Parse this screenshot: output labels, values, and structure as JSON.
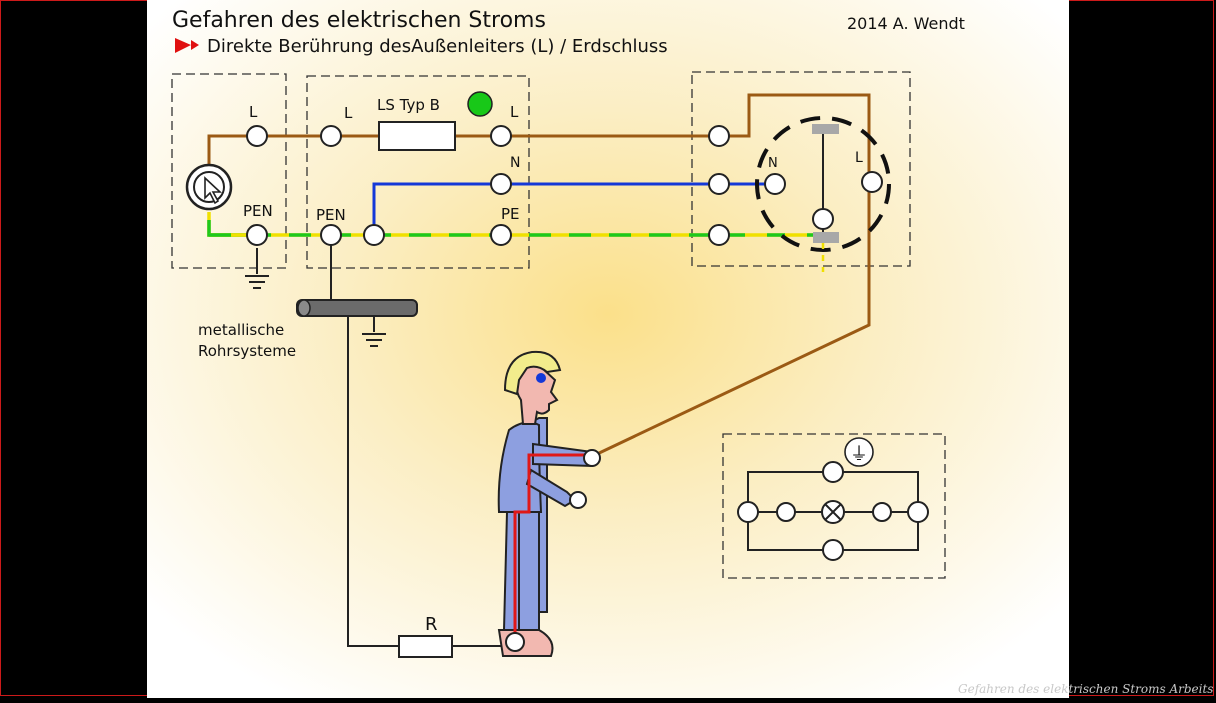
{
  "title": "Gefahren des elektrischen Stroms",
  "subtitle": "Direkte Berührung desAußenleiters (L)  / Erdschluss",
  "author": "2014  A. Wendt",
  "labels": {
    "source_L": "L",
    "source_PEN": "PEN",
    "dist_L_in": "L",
    "dist_PEN": "PEN",
    "breaker": "LS Typ B",
    "dist_L_out": "L",
    "dist_N": "N",
    "dist_PE": "PE",
    "socket_N": "N",
    "socket_L": "L",
    "pipes_line1": "metallische",
    "pipes_line2": "Rohrsysteme",
    "resistor": "R",
    "ground_symbol": "⏚"
  },
  "watermark": "Gefahren des elektrischen Stroms Arbeitsblatt",
  "colors": {
    "phase": "#9b5a14",
    "neutral": "#1438d8",
    "pe_green": "#1ec81e",
    "pe_yellow": "#f0e000",
    "status_led": "#18c818",
    "current_path": "#e01818",
    "body": "#8d9fe0",
    "hair": "#f2ec8c",
    "skin": "#f2b8b0",
    "marker": "#e01010"
  }
}
